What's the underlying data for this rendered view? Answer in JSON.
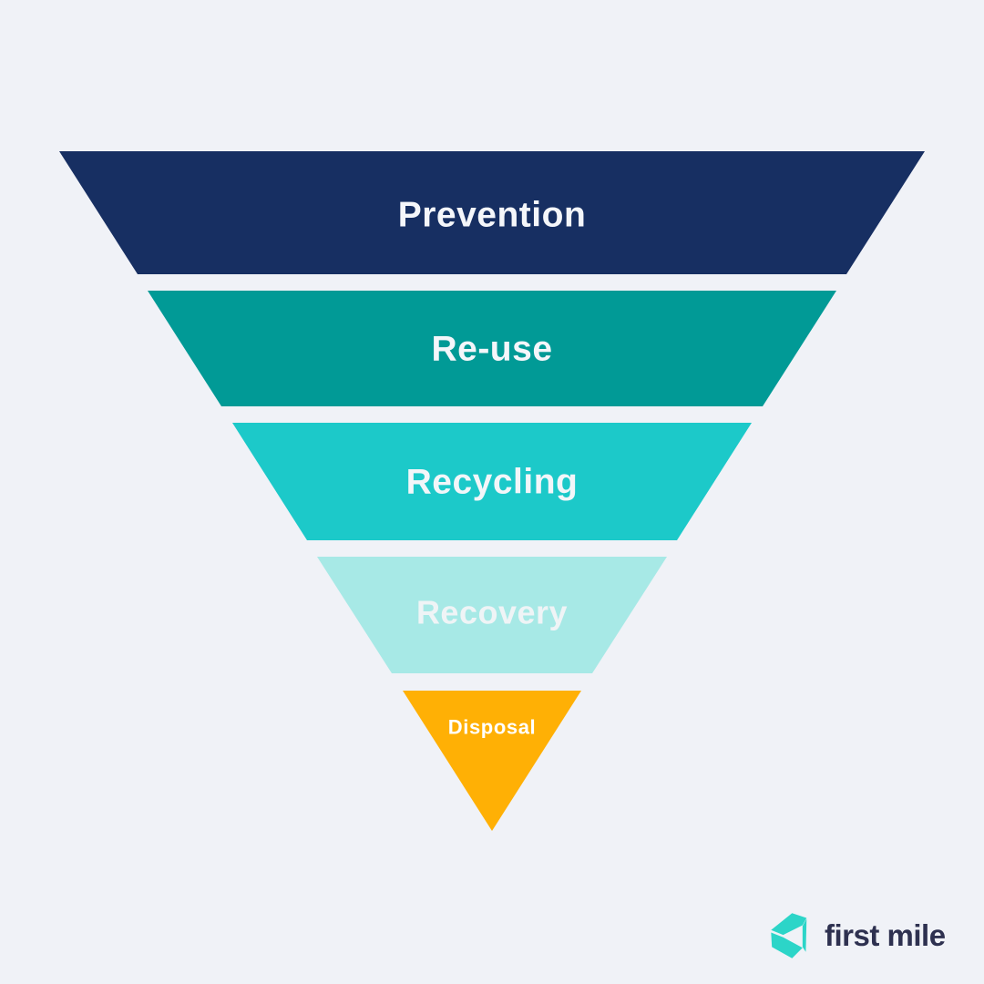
{
  "background": "#f0f2f7",
  "funnel": {
    "name": "waste-hierarchy-funnel",
    "levels": [
      {
        "label": "Prevention",
        "color": "#172f62",
        "text_color": "#f4f6fa"
      },
      {
        "label": "Re-use",
        "color": "#019a96",
        "text_color": "#f4f6fa"
      },
      {
        "label": "Recycling",
        "color": "#1cc9c9",
        "text_color": "#f2f6f9"
      },
      {
        "label": "Recovery",
        "color": "#a7e9e6",
        "text_color": "#eff4f6"
      },
      {
        "label": "Disposal",
        "color": "#ffb005",
        "text_color": "#ffffff"
      }
    ]
  },
  "logo": {
    "text": "first mile",
    "icon": "firstmile-cube-icon",
    "icon_color": "#2cd5c8",
    "text_color": "#2e3150"
  }
}
